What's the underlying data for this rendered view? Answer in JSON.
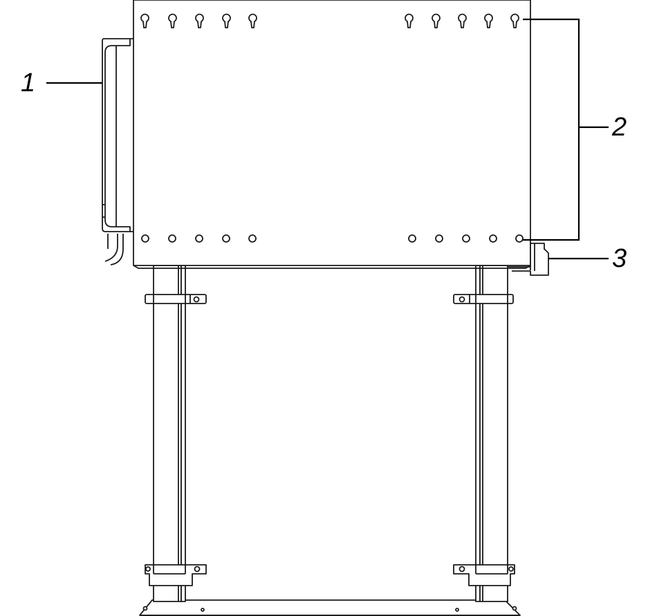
{
  "callouts": {
    "c1": "1",
    "c2": "2",
    "c3": "3"
  },
  "colors": {
    "line": "#1a1a1a",
    "background": "#ffffff"
  }
}
